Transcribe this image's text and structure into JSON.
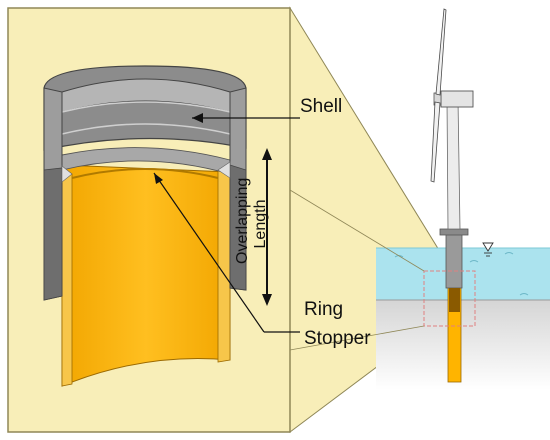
{
  "labels": {
    "shell": "Shell",
    "overlapping_line1": "Overlapping",
    "overlapping_line2": "Length",
    "ring": "Ring",
    "stopper": "Stopper"
  },
  "colors": {
    "zoom_panel": "#f8eeb8",
    "zoom_frame": "#8f8757",
    "gray_shell": "#8c8c8c",
    "gray_shell_light": "#b9b9b9",
    "gray_shell_dark": "#5f5f5f",
    "orange_pile": "#ffb400",
    "orange_pile_light": "#ffcf55",
    "water": "#abe3ee",
    "seabed": "#bdbdbd",
    "turbine": "#e8e8e8"
  }
}
